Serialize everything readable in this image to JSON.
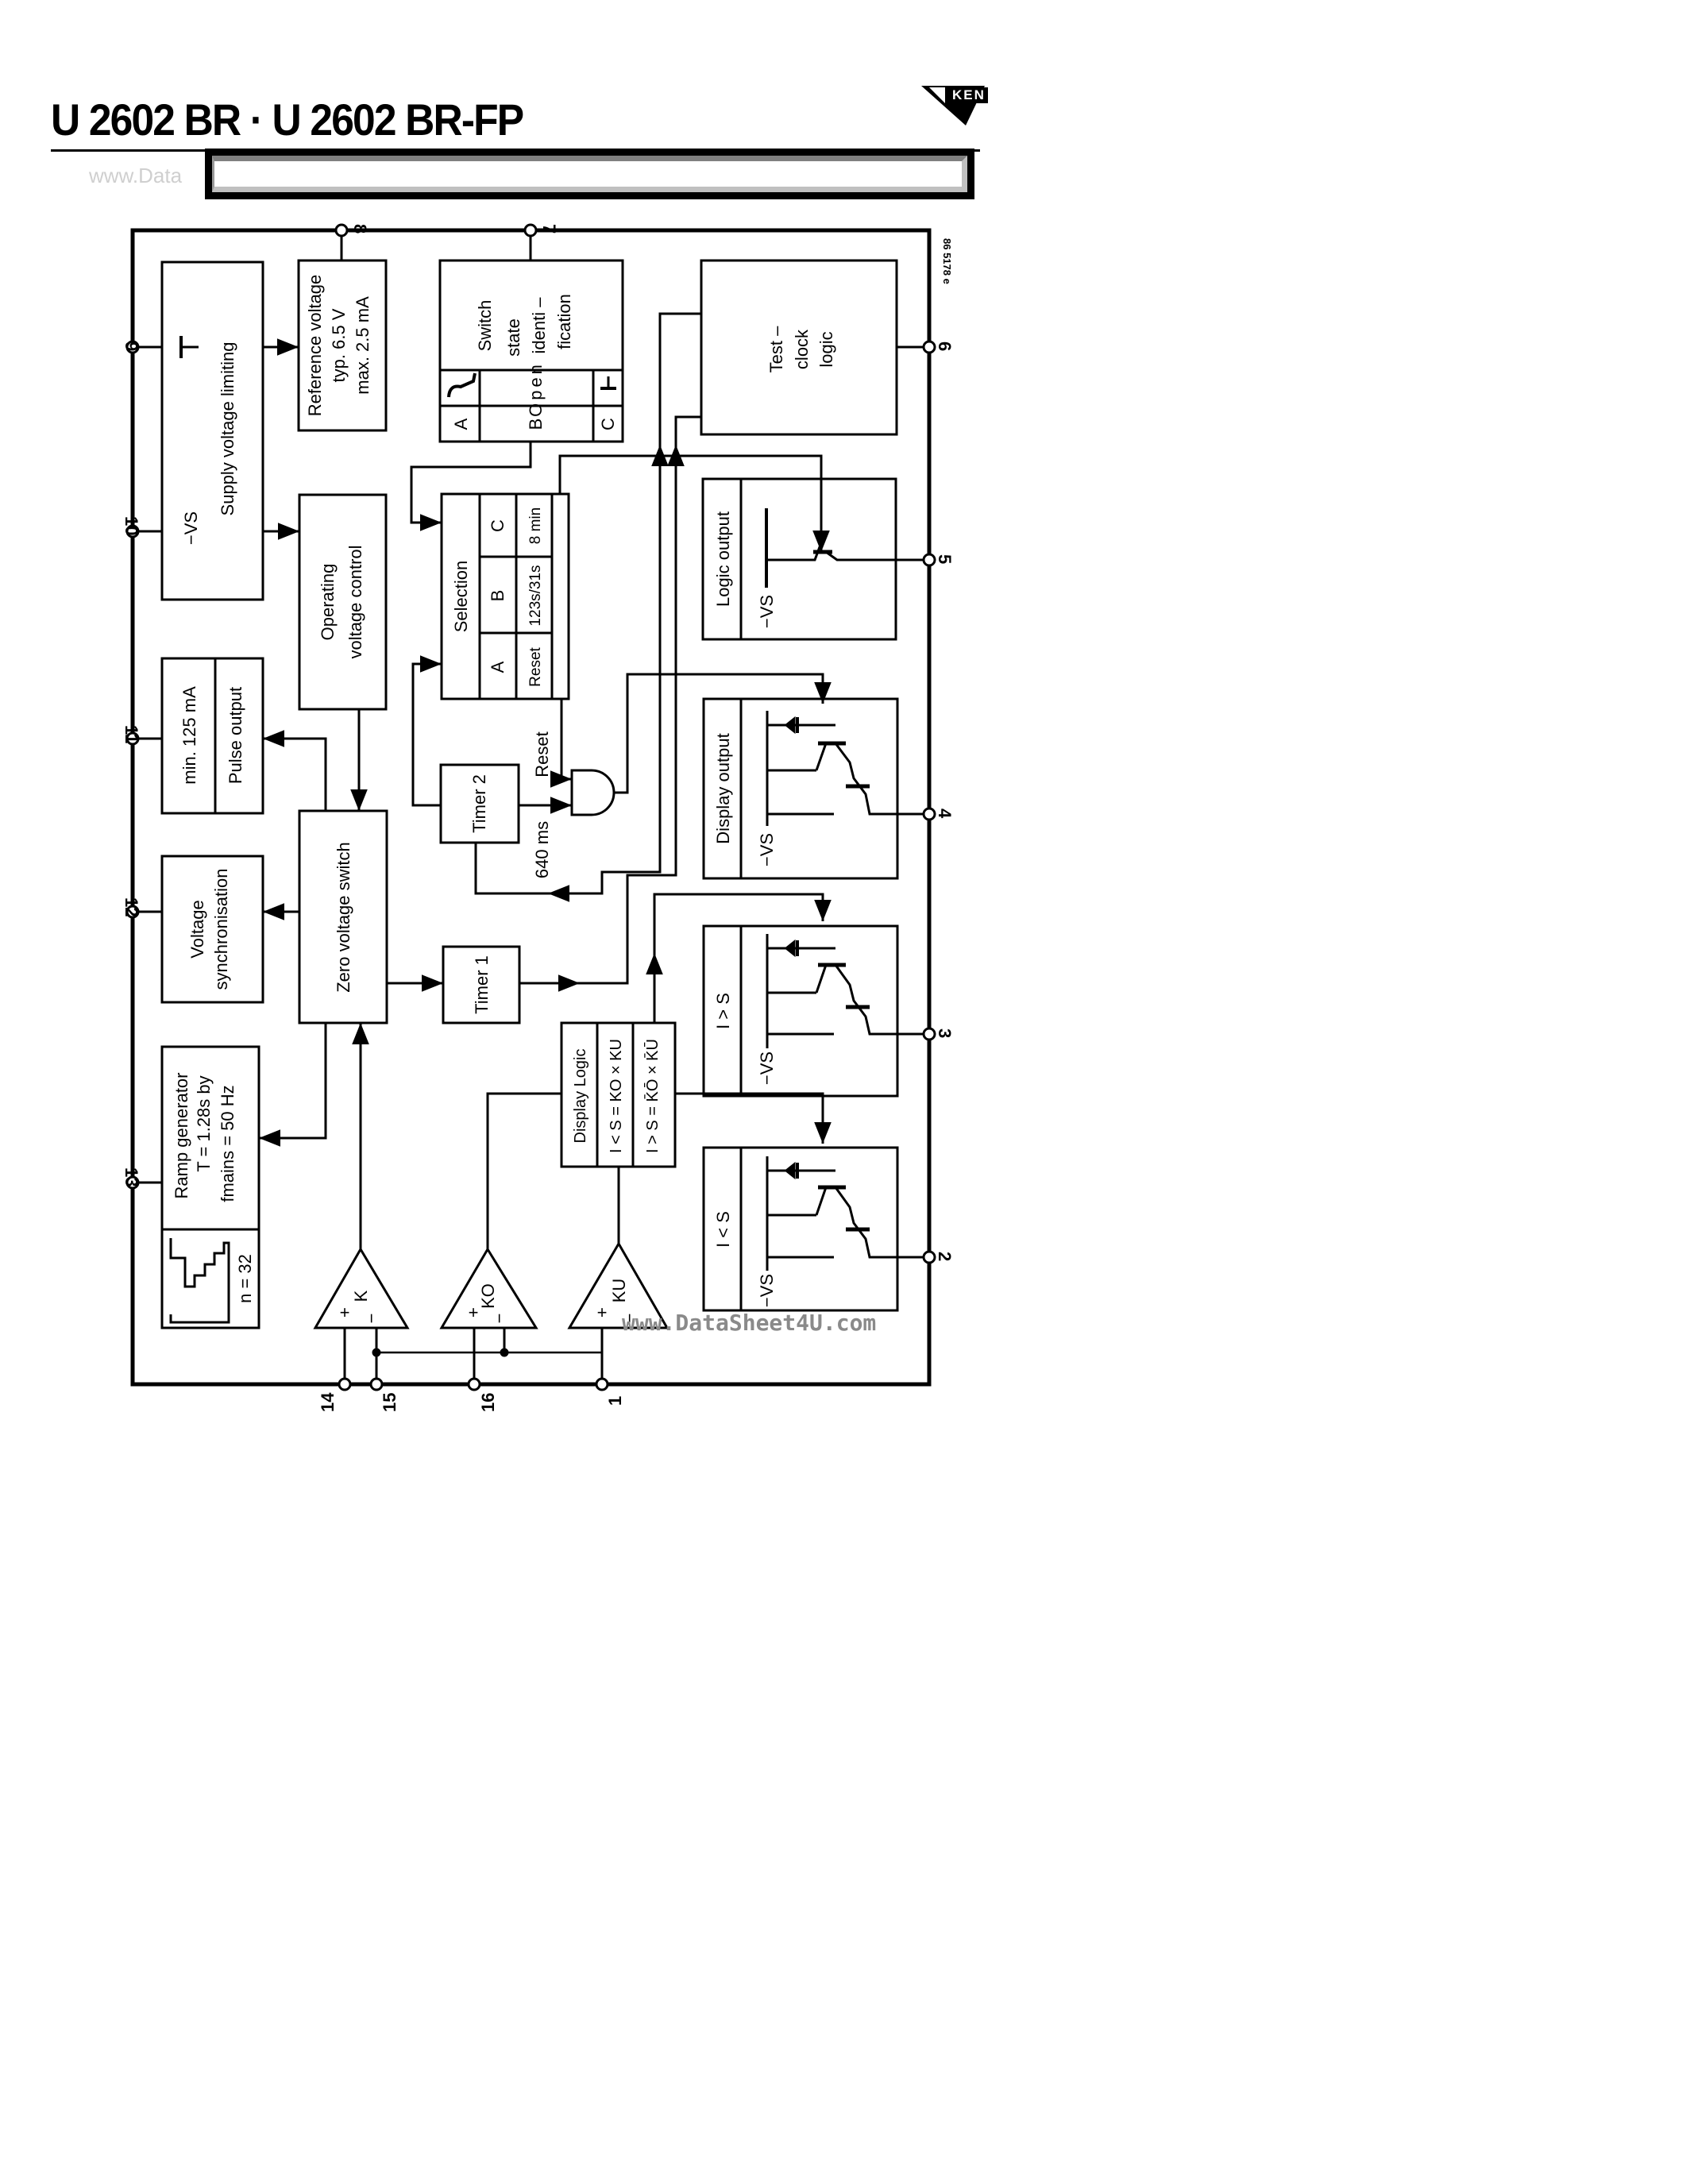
{
  "header": {
    "title": "U 2602 BR · U 2602 BR-FP",
    "watermark_top": "www.Data",
    "logo_text": "KEN",
    "banner": ""
  },
  "diagram": {
    "drawing_code": "86 5178 e",
    "watermark": "www.DataSheet4U.com",
    "pins": {
      "p1": "1",
      "p2": "2",
      "p3": "3",
      "p4": "4",
      "p5": "5",
      "p6": "6",
      "p7": "7",
      "p8": "8",
      "p9": "9",
      "p10": "10",
      "p11": "11",
      "p12": "12",
      "p13": "13",
      "p14": "14",
      "p15": "15",
      "p16": "16"
    },
    "blocks": {
      "supply": {
        "vs": "−VS",
        "label": "Supply voltage limiting"
      },
      "reference": {
        "line1": "Reference voltage",
        "line2": "typ. 6.5 V",
        "line3": "max. 2.5 mA"
      },
      "operating": {
        "line1": "Operating",
        "line2": "voltage control"
      },
      "pulse": {
        "line1": "min. 125 mA",
        "line2": "Pulse output"
      },
      "sync": {
        "line1": "Voltage",
        "line2": "synchronisation"
      },
      "ramp": {
        "line1": "Ramp generator",
        "line2": "T = 1.28s by",
        "line3": "fmains = 50 Hz",
        "n": "n = 32"
      },
      "zero_switch": {
        "label": "Zero voltage switch"
      },
      "switch_state": {
        "line1": "Switch",
        "line2": "state",
        "line3": "identi –",
        "line4": "fication",
        "open": "Open",
        "col_a": "A",
        "col_b": "B",
        "col_c": "C"
      },
      "selection": {
        "title": "Selection",
        "col_a": "A",
        "col_b": "B",
        "col_c": "C",
        "val_a": "Reset",
        "val_b": "123s/31s",
        "val_c": "8 min"
      },
      "timer2": {
        "label": "Timer 2",
        "delay": "640 ms",
        "reset": "Reset"
      },
      "timer1": {
        "label": "Timer 1"
      },
      "logic": {
        "title": "Display Logic",
        "row1": "I < S = KO × KU",
        "row2": "I > S = K̄Ō × K̄Ū"
      },
      "test_clock": {
        "line1": "Test –",
        "line2": "clock",
        "line3": "logic"
      },
      "logic_output": {
        "label": "Logic output",
        "vs": "−VS"
      },
      "display_output": {
        "label": "Display output",
        "vs": "−VS"
      },
      "i_gt_s": {
        "label": "I > S",
        "vs": "−VS"
      },
      "i_lt_s": {
        "label": "I < S",
        "vs": "−VS"
      }
    },
    "comparators": [
      {
        "name": "K",
        "plus": "+",
        "minus": "−"
      },
      {
        "name": "KO",
        "plus": "+",
        "minus": "−"
      },
      {
        "name": "KU",
        "plus": "+",
        "minus": "−"
      }
    ]
  }
}
